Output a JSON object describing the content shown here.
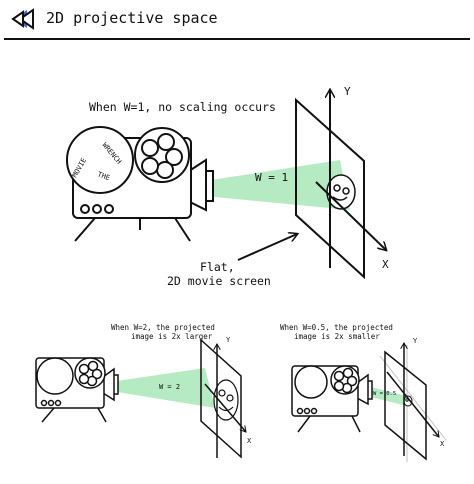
{
  "header": {
    "title": "2D projective space"
  },
  "colors": {
    "beam": "#a8e6b8",
    "ink": "#111111",
    "logo_blue": "#3a6fd8"
  },
  "main_scene": {
    "caption": "When W=1, no scaling occurs",
    "beam_label": "W = 1",
    "axis_y": "Y",
    "axis_x": "X",
    "screen_label_line1": "Flat,",
    "screen_label_line2": "2D movie screen",
    "reel_text_1": "THE",
    "reel_text_2": "WRENCH",
    "reel_text_3": "MOVIE"
  },
  "scene_w2": {
    "caption_line1": "When W=2, the projected",
    "caption_line2": "image is 2x larger",
    "beam_label": "W = 2",
    "axis_y": "Y",
    "axis_x": "X"
  },
  "scene_w05": {
    "caption_line1": "When W=0.5, the projected",
    "caption_line2": "image is 2x smaller",
    "beam_label": "W = 0.5",
    "axis_y": "Y",
    "axis_x": "X"
  }
}
